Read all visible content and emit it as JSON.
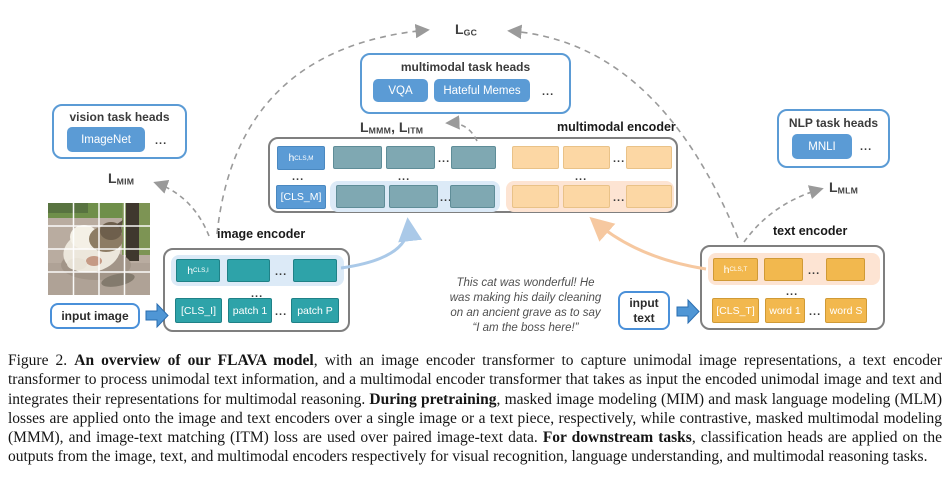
{
  "ui": {
    "dots": "..."
  },
  "losses": {
    "gc": {
      "main": "L",
      "sub": "GC"
    },
    "mmm_itm": {
      "l1": "L",
      "s1": "MMM",
      "sep": ", ",
      "l2": "L",
      "s2": "ITM"
    },
    "mim": {
      "main": "L",
      "sub": "MIM"
    },
    "mlm": {
      "main": "L",
      "sub": "MLM"
    }
  },
  "task_heads": {
    "multimodal": {
      "title": "multimodal task heads",
      "buttons": [
        "VQA",
        "Hateful Memes"
      ],
      "more": "..."
    },
    "vision": {
      "title": "vision task heads",
      "buttons": [
        "ImageNet"
      ],
      "more": "..."
    },
    "nlp": {
      "title": "NLP task heads",
      "buttons": [
        "MNLI"
      ],
      "more": "..."
    }
  },
  "encoders": {
    "multimodal": {
      "label": "multimodal encoder",
      "h_cls": {
        "main": "h",
        "sub": "CLS,M"
      },
      "cls": "[CLS_M]"
    },
    "image": {
      "label": "image encoder",
      "h_cls": {
        "main": "h",
        "sub": "CLS,I"
      },
      "cls": "[CLS_I]",
      "patch1": "patch 1",
      "patchP": "patch P"
    },
    "text": {
      "label": "text encoder",
      "h_cls": {
        "main": "h",
        "sub": "CLS,T"
      },
      "cls": "[CLS_T]",
      "word1": "word 1",
      "wordS": "word S"
    }
  },
  "inputs": {
    "image_label": "input image",
    "text_label_line1": "input",
    "text_label_line2": "text",
    "quote_lines": [
      "This cat was wonderful! He",
      "was making his daily cleaning",
      "on an ancient grave as to say",
      "“I am the boss here!”"
    ]
  },
  "caption": {
    "segments": [
      {
        "text": "Figure 2.  ",
        "bold": false
      },
      {
        "text": "An overview of our FLAVA model",
        "bold": true
      },
      {
        "text": ", with an image encoder transformer to capture unimodal image representations, a text encoder transformer to process unimodal text information, and a multimodal encoder transformer that takes as input the encoded unimodal image and text and integrates their representations for multimodal reasoning. ",
        "bold": false
      },
      {
        "text": "During pretraining",
        "bold": true
      },
      {
        "text": ", masked image modeling (MIM) and mask language modeling (MLM) losses are applied onto the image and text encoders over a single image or a text piece, respectively, while contrastive, masked multimodal modeling (MMM), and image-text matching (ITM) loss are used over paired image-text data. ",
        "bold": false
      },
      {
        "text": "For downstream tasks",
        "bold": true
      },
      {
        "text": ", classification heads are applied on the outputs from the image, text, and multimodal encoders respectively for visual recognition, language understanding, and multimodal reasoning tasks.",
        "bold": false
      }
    ]
  },
  "colors": {
    "accent_blue": "#5b9bd5",
    "teal": "#2ea3a9",
    "teal_muted": "#7fa8b2",
    "orange": "#f2b84e",
    "peach": "#fcd7a4",
    "hl_blue": "#dceaf7",
    "hl_peach": "#fde4d3",
    "arrow_gray": "#9a9a9a",
    "arrow_blue": "#aac9e8",
    "arrow_orange": "#f6c8a0"
  }
}
